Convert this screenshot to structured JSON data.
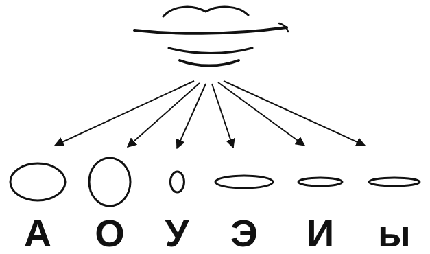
{
  "diagram": {
    "nodes": [
      {
        "text": [
          "А"
        ]
      },
      {
        "text": [
          "О"
        ]
      },
      {
        "text": [
          "У"
        ]
      },
      {
        "text": [
          "Э"
        ]
      },
      {
        "text": [
          "И"
        ]
      },
      {
        "text": [
          "ы"
        ]
      }
    ]
  }
}
